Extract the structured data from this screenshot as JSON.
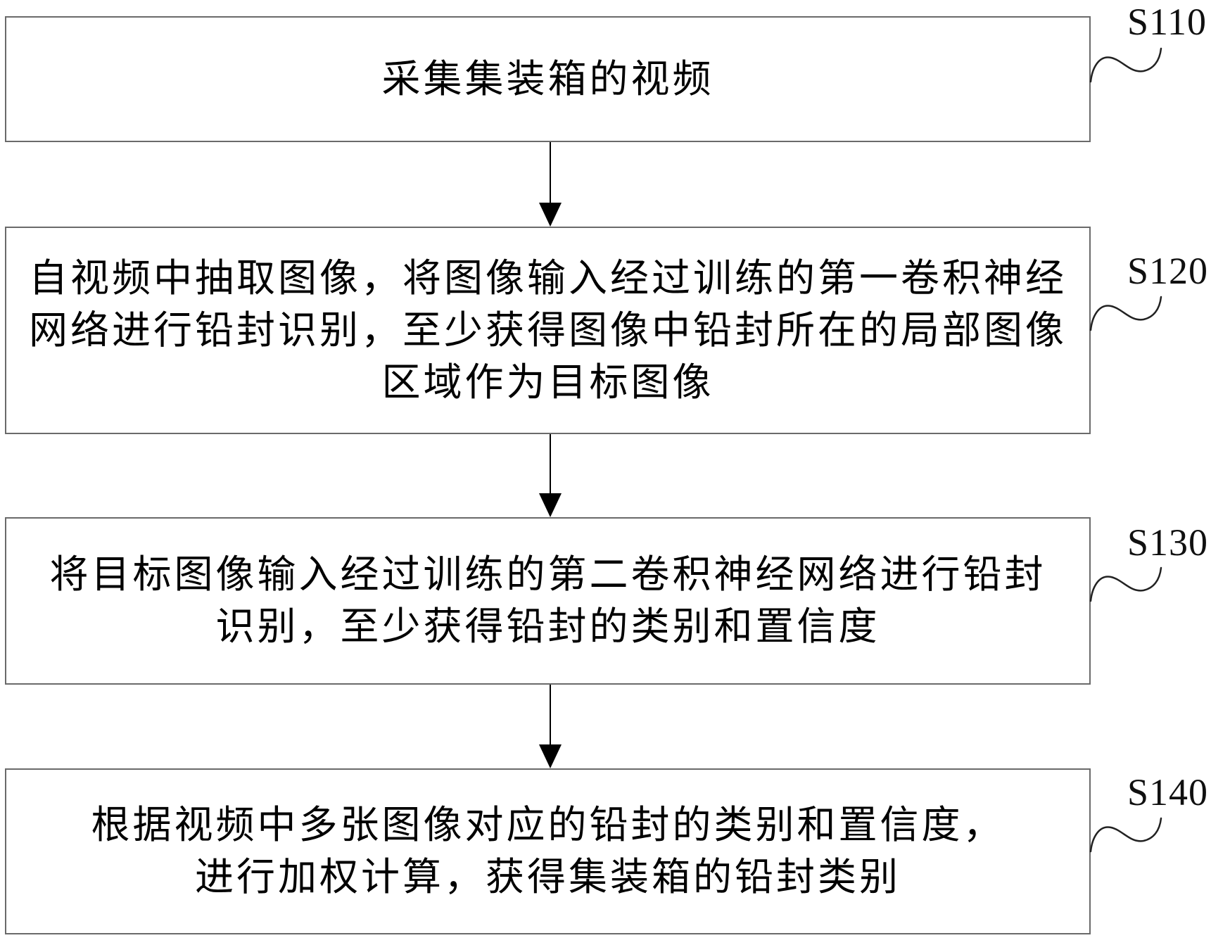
{
  "figure": {
    "type": "flowchart",
    "background_color": "#ffffff",
    "box_border_color": "#6a6a6a",
    "text_color": "#000000",
    "arrow_color": "#000000"
  },
  "steps": [
    {
      "label": "S110",
      "lines": [
        "采集集装箱的视频"
      ]
    },
    {
      "label": "S120",
      "lines": [
        "自视频中抽取图像，将图像输入经过训练的第一卷积神经",
        "网络进行铅封识别，至少获得图像中铅封所在的局部图像",
        "区域作为目标图像"
      ]
    },
    {
      "label": "S130",
      "lines": [
        "将目标图像输入经过训练的第二卷积神经网络进行铅封",
        "识别，至少获得铅封的类别和置信度"
      ]
    },
    {
      "label": "S140",
      "lines": [
        "根据视频中多张图像对应的铅封的类别和置信度，",
        "进行加权计算，获得集装箱的铅封类别"
      ]
    }
  ]
}
